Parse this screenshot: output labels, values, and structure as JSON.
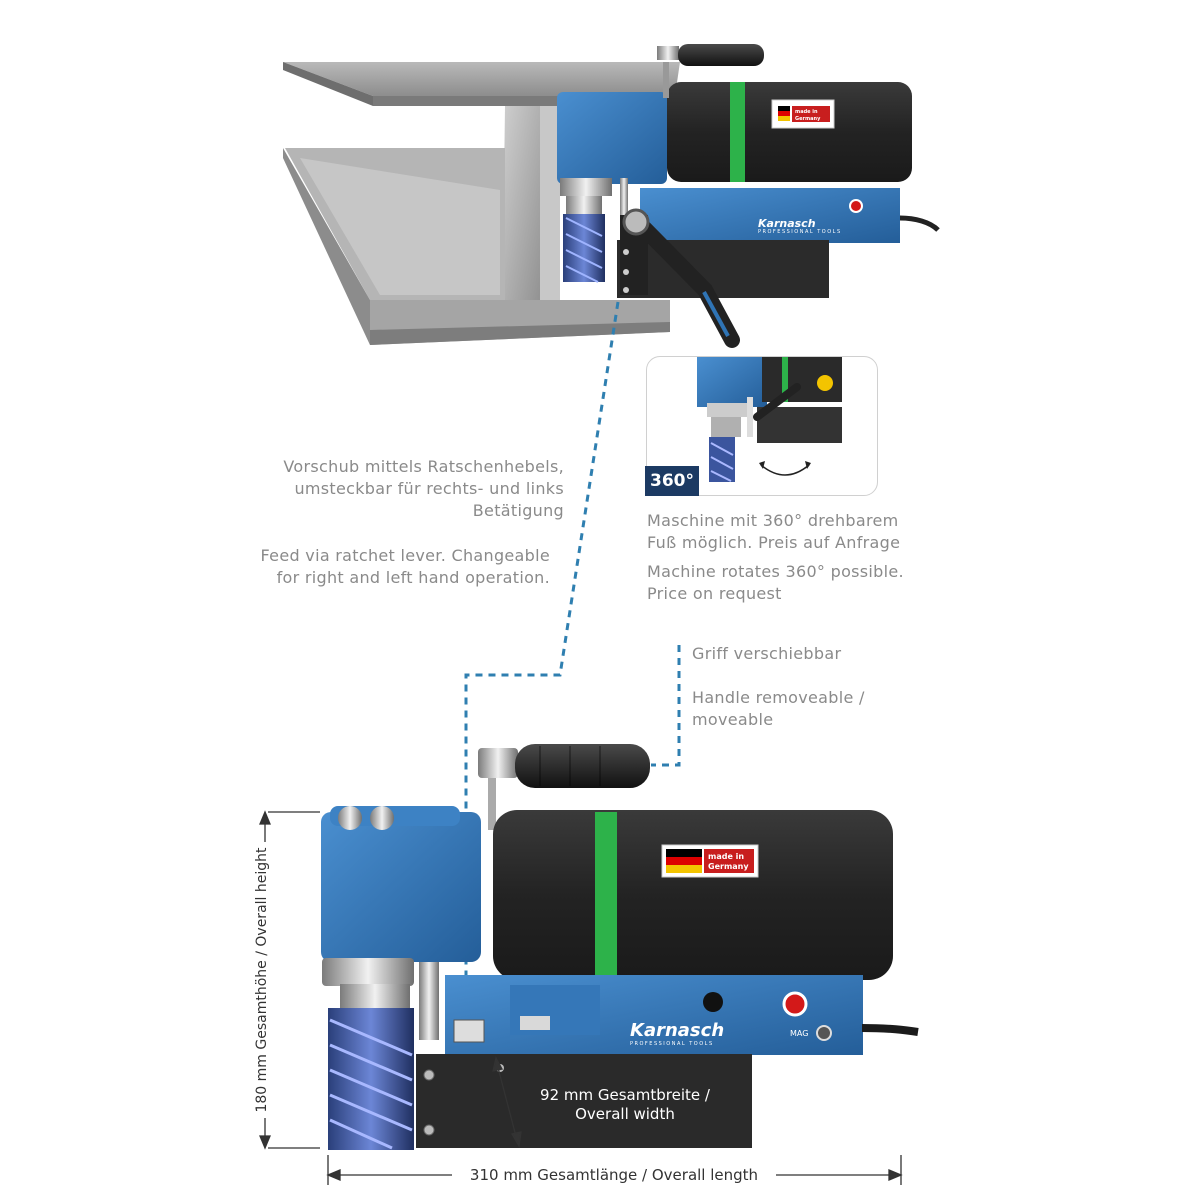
{
  "annotations": {
    "ratchet_de": [
      "Vorschub mittels Ratschenhebels,",
      "umsteckbar für rechts- und links",
      "Betätigung"
    ],
    "ratchet_en": [
      "Feed via ratchet lever. Changeable",
      "for right and left hand operation."
    ],
    "rotate_de": [
      "Maschine mit 360° drehbarem",
      "Fuß möglich. Preis auf Anfrage"
    ],
    "rotate_en": [
      "Machine rotates 360° possible.",
      "Price on request"
    ],
    "handle_de": "Griff verschiebbar",
    "handle_en": [
      "Handle removeable /",
      "moveable"
    ]
  },
  "badge": "360°",
  "brand": {
    "name": "Karnasch",
    "tagline": "PROFESSIONAL TOOLS",
    "made_in_1": "made in",
    "made_in_2": "Germany",
    "magnet_label": "MAG"
  },
  "dimensions": {
    "height": "180 mm Gesamthöhe / Overall height",
    "width_1": "92 mm Gesamtbreite /",
    "width_2": "Overall width",
    "length": "310 mm Gesamtlänge / Overall length"
  },
  "colors": {
    "machine_blue": "#2f74b5",
    "motor_black": "#262626",
    "accent_green": "#2db24a",
    "steel_grey": "#9a9a9a",
    "badge_navy": "#1c3a63",
    "guide_line": "#2f7fb0"
  }
}
